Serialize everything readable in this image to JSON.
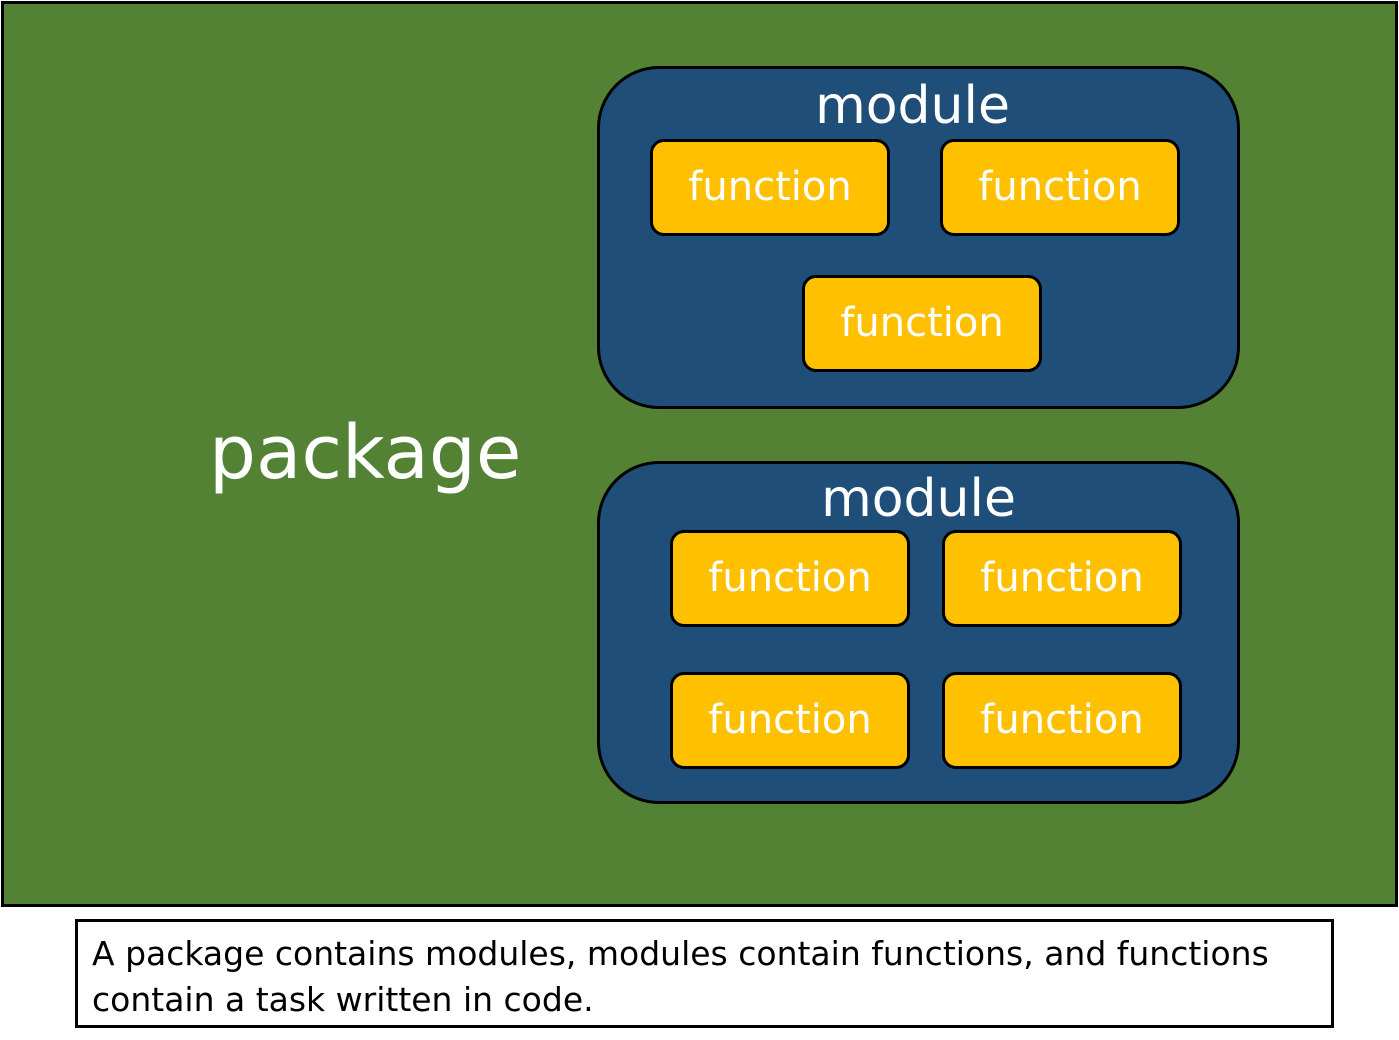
{
  "diagram": {
    "package": {
      "label": "package",
      "color": "#548235"
    },
    "modules": [
      {
        "label": "module",
        "color": "#1f4e79",
        "functions": [
          "function",
          "function",
          "function"
        ]
      },
      {
        "label": "module",
        "color": "#1f4e79",
        "functions": [
          "function",
          "function",
          "function",
          "function"
        ]
      }
    ],
    "function_color": "#ffc000",
    "caption": "A package contains modules, modules contain functions, and functions contain a task written in code."
  }
}
